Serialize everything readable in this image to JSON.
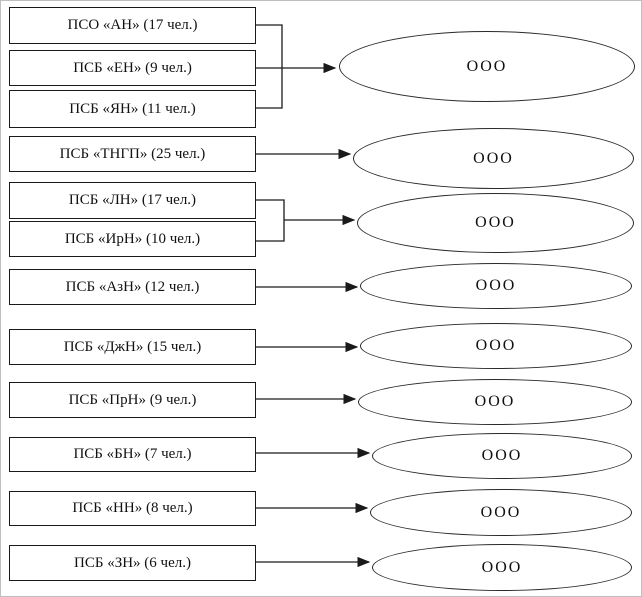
{
  "diagram": {
    "boxes": [
      {
        "label": "ПСО «АН» (17 чел.)"
      },
      {
        "label": "ПСБ «ЕН» (9 чел.)"
      },
      {
        "label": "ПСБ «ЯН» (11 чел.)"
      },
      {
        "label": "ПСБ «ТНГП» (25 чел.)"
      },
      {
        "label": "ПСБ  «ЛН» (17 чел.)"
      },
      {
        "label": "ПСБ «ИрН» (10 чел.)"
      },
      {
        "label": "ПСБ «АзН» (12 чел.)"
      },
      {
        "label": "ПСБ «ДжН» (15 чел.)"
      },
      {
        "label": "ПСБ  «ПрН» (9 чел.)"
      },
      {
        "label": "ПСБ «БН» (7 чел.)"
      },
      {
        "label": "ПСБ «НН» (8 чел.)"
      },
      {
        "label": "ПСБ «ЗН» (6 чел.)"
      }
    ],
    "ellipses": [
      {
        "label": "ООО"
      },
      {
        "label": "ООО"
      },
      {
        "label": "ООО"
      },
      {
        "label": "ООО"
      },
      {
        "label": "ООО"
      },
      {
        "label": "ООО"
      },
      {
        "label": "ООО"
      },
      {
        "label": "ООО"
      },
      {
        "label": "ООО"
      }
    ],
    "connections": [
      {
        "from_boxes": [
          0,
          1,
          2
        ],
        "to_ellipse": 0,
        "type": "bracket-arrow"
      },
      {
        "from_boxes": [
          3
        ],
        "to_ellipse": 1,
        "type": "arrow"
      },
      {
        "from_boxes": [
          4,
          5
        ],
        "to_ellipse": 2,
        "type": "bracket-arrow"
      },
      {
        "from_boxes": [
          6
        ],
        "to_ellipse": 3,
        "type": "arrow"
      },
      {
        "from_boxes": [
          7
        ],
        "to_ellipse": 4,
        "type": "arrow"
      },
      {
        "from_boxes": [
          8
        ],
        "to_ellipse": 5,
        "type": "arrow"
      },
      {
        "from_boxes": [
          9
        ],
        "to_ellipse": 6,
        "type": "arrow"
      },
      {
        "from_boxes": [
          10
        ],
        "to_ellipse": 7,
        "type": "arrow"
      },
      {
        "from_boxes": [
          11
        ],
        "to_ellipse": 8,
        "type": "arrow"
      }
    ],
    "colors": {
      "line": "#1a1a1a",
      "background": "#ffffff",
      "text": "#111111"
    }
  }
}
